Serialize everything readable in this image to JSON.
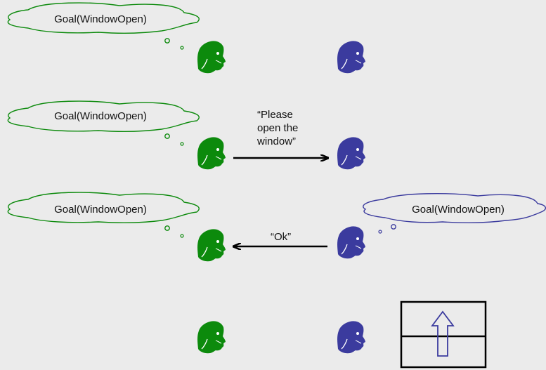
{
  "colors": {
    "background": "#ebebeb",
    "speaker": "#0c8a0c",
    "listener": "#3b3b9e",
    "arrow": "#000000",
    "window_frame": "#000000",
    "window_arrow": "#3b3b9e"
  },
  "scene1": {
    "speaker_goal": "Goal(WindowOpen)"
  },
  "scene2": {
    "speaker_goal": "Goal(WindowOpen)",
    "utterance_line1": "“Please",
    "utterance_line2": "open the",
    "utterance_line3": "window”"
  },
  "scene3": {
    "speaker_goal": "Goal(WindowOpen)",
    "listener_goal": "Goal(WindowOpen)",
    "reply": "“Ok”"
  },
  "scene4": {
    "window_icon": "window-open-arrow-icon"
  }
}
